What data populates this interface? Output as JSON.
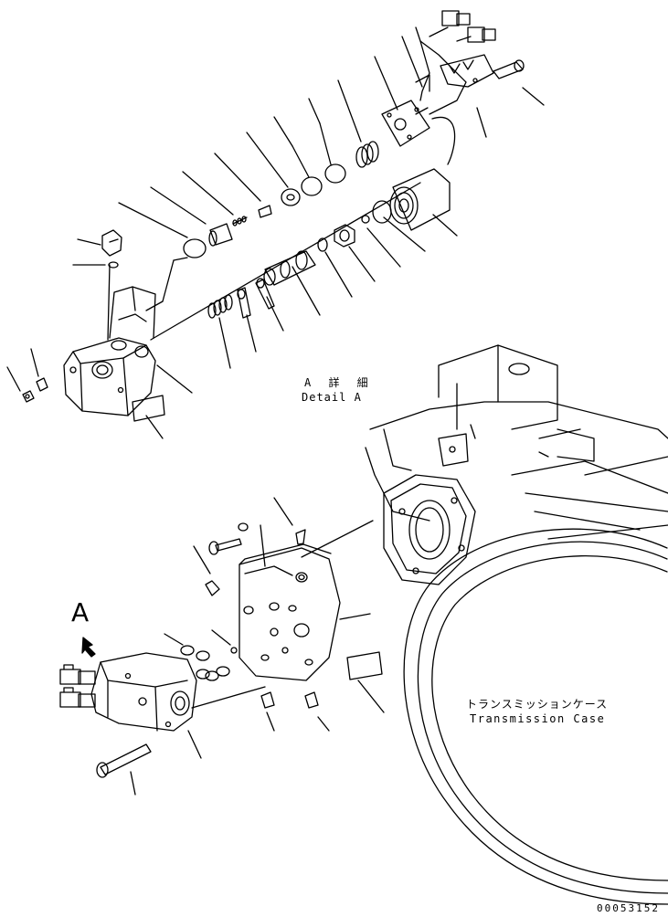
{
  "detail": {
    "label_jp": "A 詳 細",
    "label_en": "Detail A"
  },
  "case": {
    "label_jp": "トランスミッションケース",
    "label_en": "Transmission Case"
  },
  "view_marker": "A",
  "drawing_number": "00053152",
  "colors": {
    "line": "#000000",
    "background": "#ffffff"
  }
}
